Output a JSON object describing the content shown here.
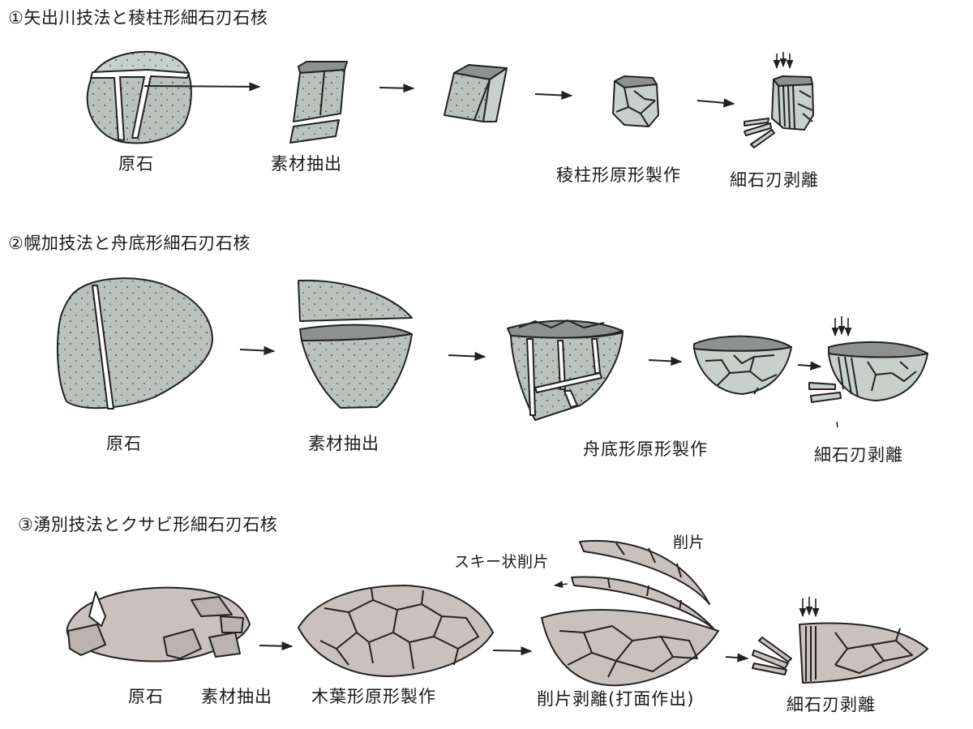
{
  "section1": {
    "title": "①矢出川技法と稜柱形細石刃石核",
    "labels": {
      "raw": "原石",
      "extract": "素材抽出",
      "preform": "稜柱形原形製作",
      "blade": "細石刃剥離"
    }
  },
  "section2": {
    "title": "②幌加技法と舟底形細石刃石核",
    "labels": {
      "raw": "原石",
      "extract": "素材抽出",
      "preform": "舟底形原形製作",
      "blade": "細石刃剥離"
    }
  },
  "section3": {
    "title": "③湧別技法とクサビ形細石刃石核",
    "labels": {
      "raw": "原石",
      "extract": "素材抽出",
      "preform": "木葉形原形製作",
      "spall_detach": "削片剥離(打面作出)",
      "blade": "細石刃剥離",
      "spall": "削片",
      "ski_spall": "スキー状削片"
    }
  },
  "colors": {
    "stone_gray": "#b9c2bd",
    "stone_dark": "#8d928f",
    "stone_pink": "#c9c1be",
    "line": "#222222"
  }
}
